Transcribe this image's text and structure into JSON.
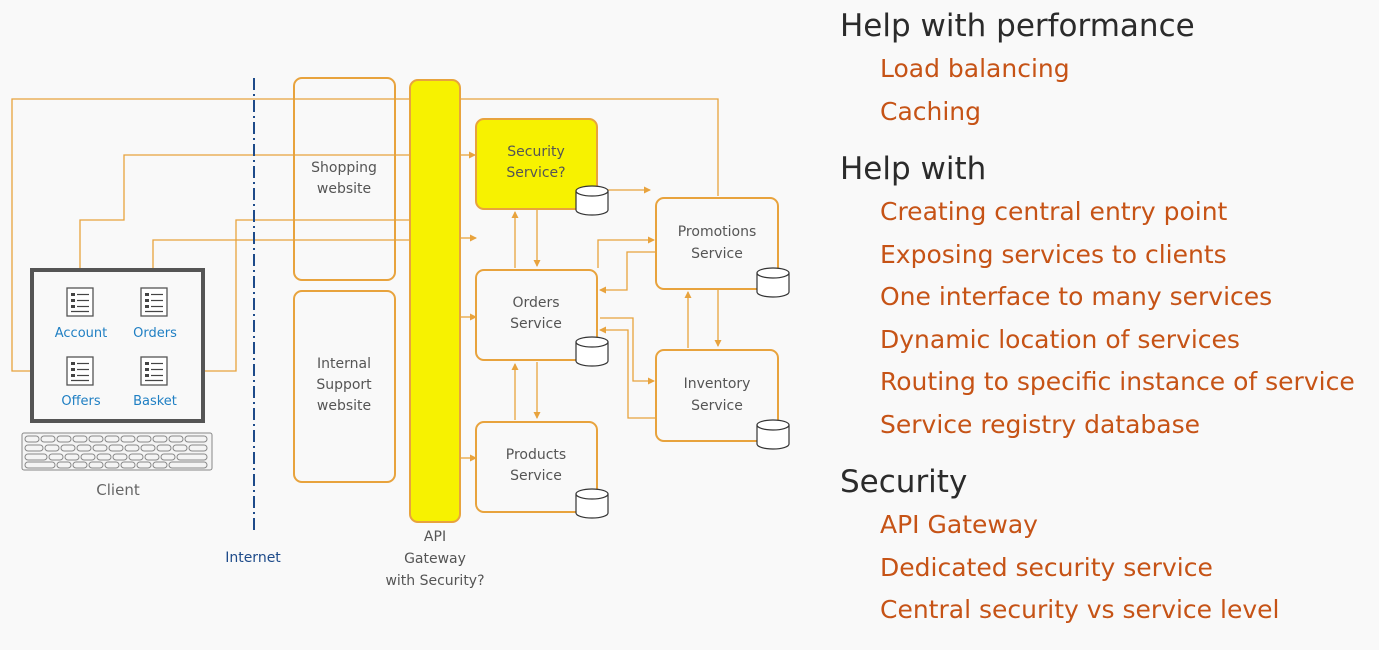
{
  "diagram": {
    "client": {
      "label": "Client",
      "apps": [
        "Account",
        "Orders",
        "Offers",
        "Basket"
      ]
    },
    "internet_label": "Internet",
    "websites": [
      {
        "line1": "Shopping",
        "line2": "website",
        "line3": ""
      },
      {
        "line1": "Internal",
        "line2": "Support",
        "line3": "website"
      }
    ],
    "gateway": {
      "line1": "API",
      "line2": "Gateway",
      "line3": "with Security?"
    },
    "services": {
      "security": {
        "line1": "Security",
        "line2": "Service?"
      },
      "orders": {
        "line1": "Orders",
        "line2": "Service"
      },
      "products": {
        "line1": "Products",
        "line2": "Service"
      },
      "promotions": {
        "line1": "Promotions",
        "line2": "Service"
      },
      "inventory": {
        "line1": "Inventory",
        "line2": "Service"
      }
    },
    "colors": {
      "orange": "#e8a33d",
      "highlight": "#f7f200",
      "app_blue": "#1f7fc3",
      "dark_blue": "#1e4b8a",
      "text_orange": "#c65316"
    }
  },
  "notes": {
    "sections": [
      {
        "heading": "Help with performance",
        "items": [
          "Load balancing",
          "Caching"
        ]
      },
      {
        "heading": "Help with",
        "items": [
          "Creating central entry point",
          "Exposing services to clients",
          "One interface to many services",
          "Dynamic location of services",
          "Routing to specific instance of service",
          "Service registry database"
        ]
      },
      {
        "heading": "Security",
        "items": [
          "API Gateway",
          "Dedicated security service",
          "Central security vs service level"
        ]
      }
    ]
  }
}
